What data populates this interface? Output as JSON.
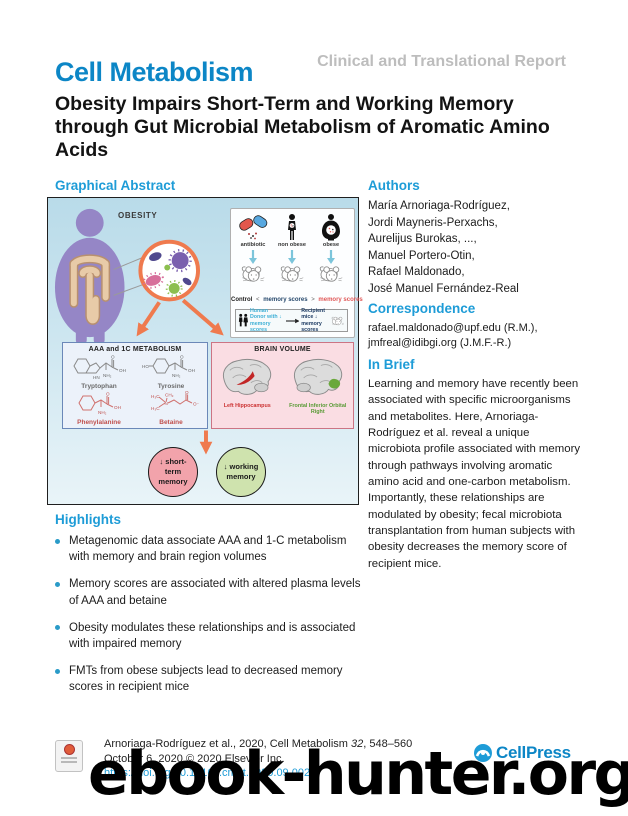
{
  "header": {
    "journal": "Cell Metabolism",
    "report_type": "Clinical and Translational Report"
  },
  "title": "Obesity Impairs Short-Term and Working Memory through Gut Microbial Metabolism of Aromatic Amino Acids",
  "sections": {
    "graphical_abstract": "Graphical Abstract",
    "authors": "Authors",
    "correspondence": "Correspondence",
    "in_brief": "In Brief",
    "highlights": "Highlights"
  },
  "graphical_abstract": {
    "obesity_label": "OBESITY",
    "experiment": {
      "columns": [
        {
          "label": "antibiotic"
        },
        {
          "label": "non obese"
        },
        {
          "label": "obese"
        }
      ],
      "comparison": {
        "control": "Control",
        "lt": "<",
        "scores_mid": "memory scores",
        "gt": ">",
        "scores_right": "memory scores"
      },
      "legend": {
        "donor": "Human Donor with ↓ memory scores",
        "recipient": "Recipient mice ↓ memory scores"
      }
    },
    "metabolism_box": {
      "title": "AAA and 1C METABOLISM",
      "molecules": [
        {
          "name": "Tryptophan"
        },
        {
          "name": "Tyrosine"
        },
        {
          "name": "Phenylalanine"
        },
        {
          "name": "Betaine"
        }
      ],
      "atoms": {
        "hn": "HN",
        "nh2": "NH₂",
        "o": "O",
        "oh": "OH",
        "ho": "HO",
        "h3c": "H₃C",
        "ch3": "CH₃",
        "n": "N",
        "ominus": "O⁻"
      }
    },
    "brain_box": {
      "title": "BRAIN VOLUME",
      "regions": [
        {
          "name": "Left Hippocampus"
        },
        {
          "name": "Frontal Inferior Orbital Right"
        }
      ]
    },
    "outcomes": [
      {
        "label": "↓ short-term memory"
      },
      {
        "label": "↓ working memory"
      }
    ]
  },
  "authors": {
    "names": [
      "María Arnoriaga-Rodríguez,",
      "Jordi Mayneris-Perxachs,",
      "Aurelijus Burokas, ...,",
      "Manuel Portero-Otin,",
      "Rafael Maldonado,",
      "José Manuel Fernández-Real"
    ]
  },
  "correspondence": {
    "emails": [
      "rafael.maldonado@upf.edu (R.M.),",
      "jmfreal@idibgi.org (J.M.F.-R.)"
    ]
  },
  "in_brief": {
    "text": "Learning and memory have recently been associated with specific microorganisms and metabolites. Here, Arnoriaga-Rodríguez et al. reveal a unique microbiota profile associated with memory through pathways involving aromatic amino acid and one-carbon metabolism. Importantly, these relationships are modulated by obesity; fecal microbiota transplantation from human subjects with obesity decreases the memory score of recipient mice."
  },
  "highlights": {
    "items": [
      "Metagenomic data associate AAA and 1-C metabolism with memory and brain region volumes",
      "Memory scores are associated with altered plasma levels of AAA and betaine",
      "Obesity modulates these relationships and is associated with impaired memory",
      "FMTs from obese subjects lead to decreased memory scores in recipient mice"
    ]
  },
  "footer": {
    "citation_pre": "Arnoriaga-Rodríguez et al., 2020, Cell Metabolism ",
    "citation_vol": "32",
    "citation_post": ", 548–560",
    "line2": "October 6, 2020 © 2020 Elsevier Inc.",
    "doi": "https://doi.org/10.1016/j.cmet.2020.09.002",
    "publisher": "CellPress"
  },
  "watermark": "ebook-hunter.org",
  "colors": {
    "accent_blue": "#1e9cd7",
    "journal_blue": "#0c86c6",
    "orange_arrow": "#ef7a4e",
    "pink_outcome": "#f2a3ab",
    "green_outcome": "#cfe3ae",
    "report_gray": "#bdbdbd"
  }
}
